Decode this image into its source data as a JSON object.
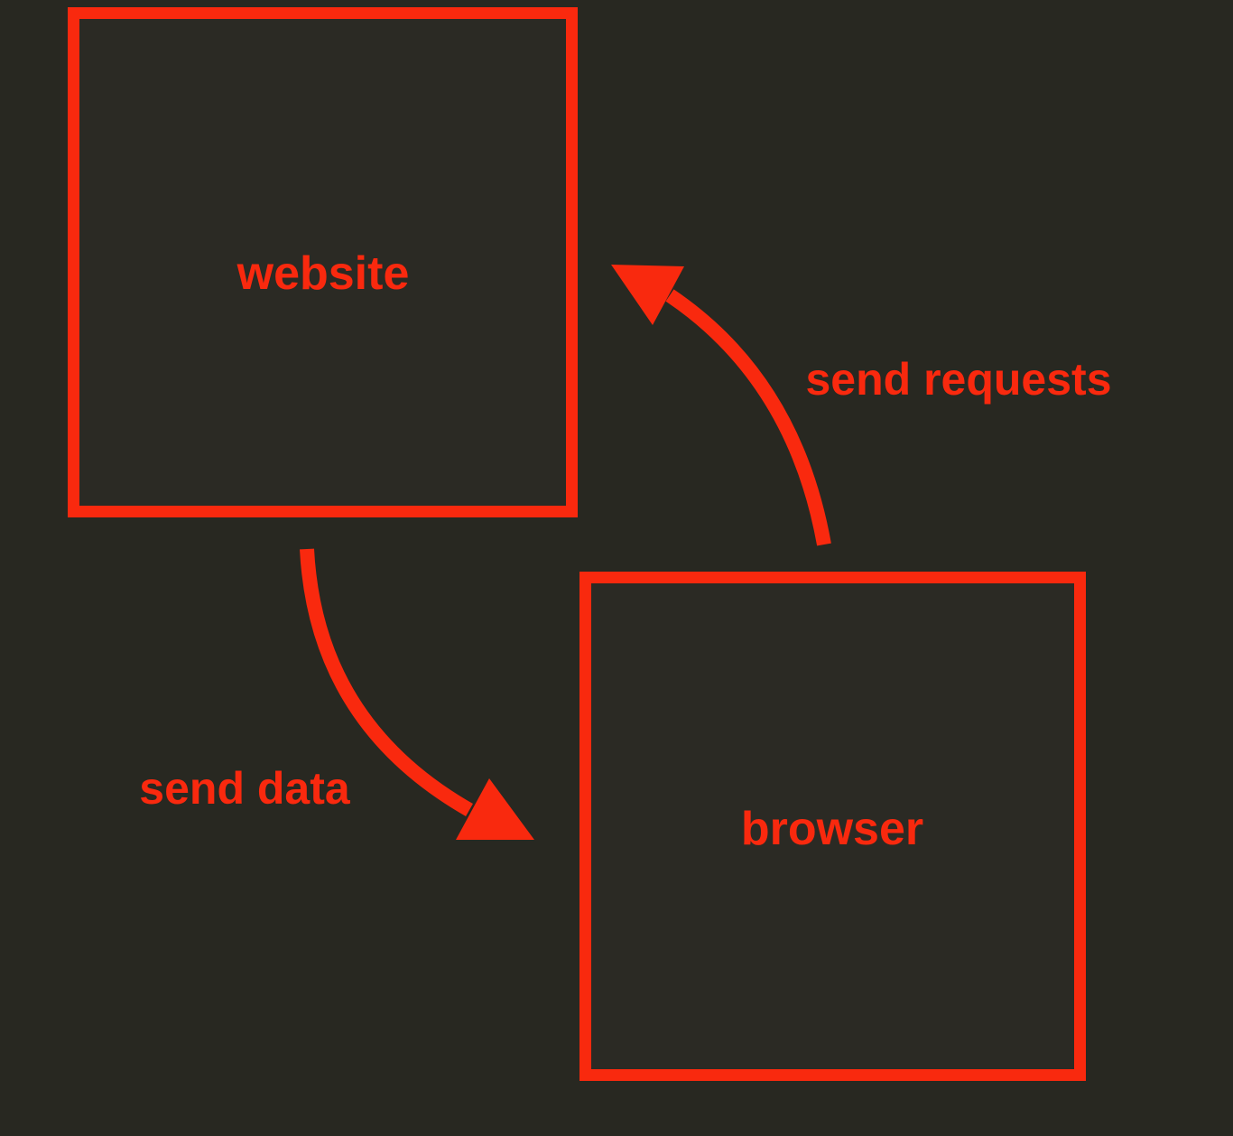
{
  "colors": {
    "accent": "#f9290e",
    "background": "#282821",
    "node_fill": "#2b2a24"
  },
  "diagram": {
    "type": "cycle-diagram",
    "nodes": [
      {
        "id": "website",
        "label": "website"
      },
      {
        "id": "browser",
        "label": "browser"
      }
    ],
    "edges": [
      {
        "from": "browser",
        "to": "website",
        "label": "send requests"
      },
      {
        "from": "website",
        "to": "browser",
        "label": "send data"
      }
    ]
  }
}
